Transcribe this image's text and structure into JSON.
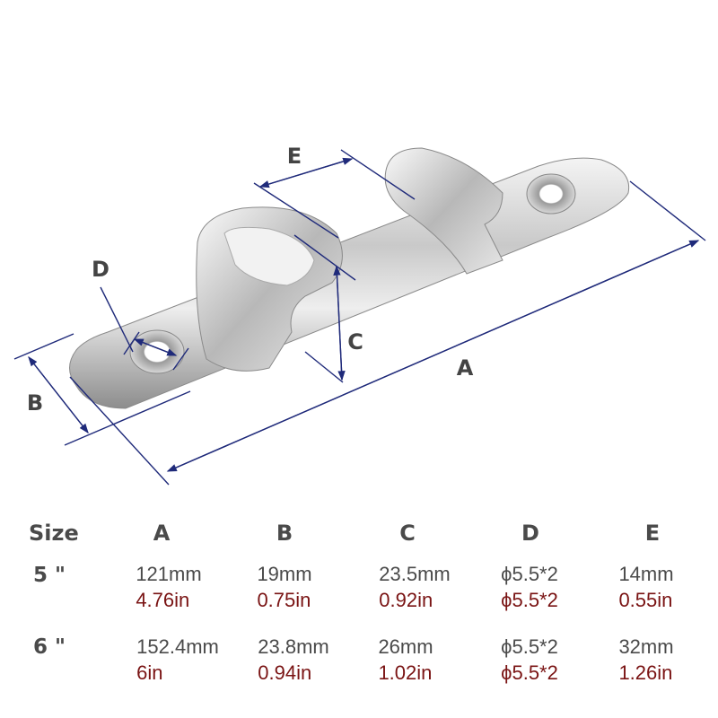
{
  "diagram": {
    "subject": "stainless steel bow chock / fairlead cleat",
    "dimension_labels": [
      {
        "key": "A",
        "text": "A"
      },
      {
        "key": "B",
        "text": "B"
      },
      {
        "key": "C",
        "text": "C"
      },
      {
        "key": "D",
        "text": "D"
      },
      {
        "key": "E",
        "text": "E"
      }
    ],
    "line_color": "#1f2a7a"
  },
  "table": {
    "headers": [
      "Size",
      "A",
      "B",
      "C",
      "D",
      "E"
    ],
    "rows": [
      {
        "size": "5 \"",
        "cells": [
          {
            "mm": "121mm",
            "in": "4.76in"
          },
          {
            "mm": "19mm",
            "in": "0.75in"
          },
          {
            "mm": "23.5mm",
            "in": "0.92in"
          },
          {
            "mm": "ϕ5.5*2",
            "in": "ϕ5.5*2"
          },
          {
            "mm": "14mm",
            "in": "0.55in"
          }
        ]
      },
      {
        "size": "6 \"",
        "cells": [
          {
            "mm": "152.4mm",
            "in": "6in"
          },
          {
            "mm": "23.8mm",
            "in": "0.94in"
          },
          {
            "mm": "26mm",
            "in": "1.02in"
          },
          {
            "mm": "ϕ5.5*2",
            "in": "ϕ5.5*2"
          },
          {
            "mm": "32mm",
            "in": "1.26in"
          }
        ]
      }
    ],
    "colors": {
      "metric": "#4a4a4a",
      "imperial": "#7a1414"
    }
  }
}
